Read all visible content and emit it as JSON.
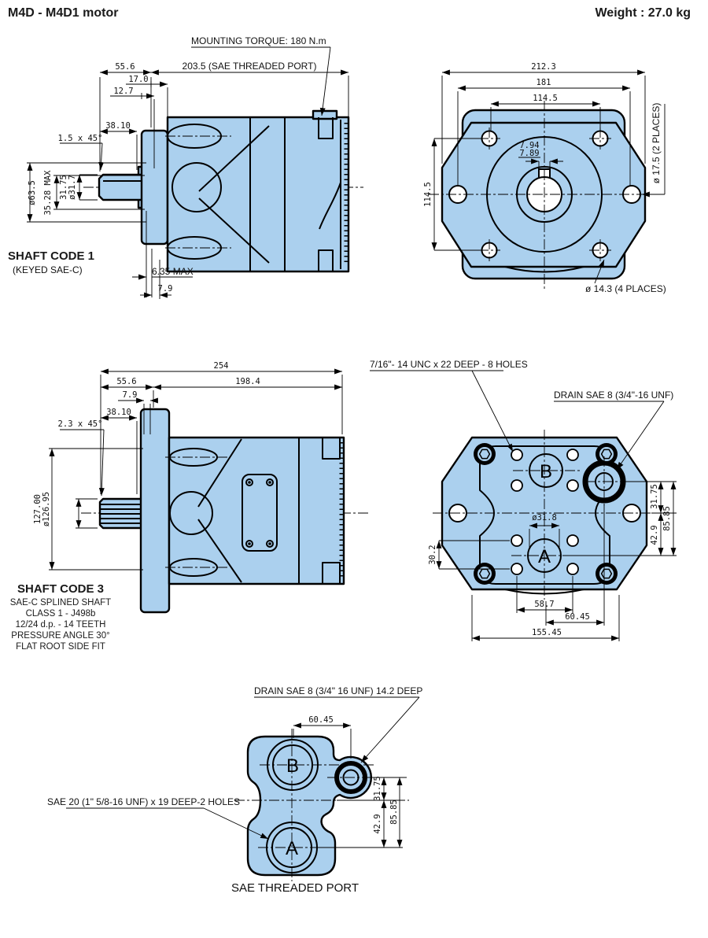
{
  "header": {
    "title": "M4D - M4D1 motor",
    "weight": "Weight : 27.0 kg"
  },
  "colors": {
    "body_fill": "#abd0ee",
    "line": "#000000"
  },
  "views": {
    "side_shaft1": {
      "callout_mounting_torque": "MOUNTING TORQUE: 180 N.m",
      "dim_front": "55.6",
      "dim_body": "203.5 (SAE THREADED PORT)",
      "dim_17": "17.0",
      "dim_127": "12.7",
      "dim_3810": "38.10",
      "dim_chamfer": "1.5 x 45°",
      "dim_flange_dia": "ø63.5",
      "dim_3528": "35.28 MAX",
      "dim_key": "31.75",
      "dim_shaft_dia": "ø31.7",
      "dim_635": "6.35 MAX",
      "dim_79": "7.9",
      "shaft_code_title": "SHAFT CODE 1",
      "shaft_code_sub": "(KEYED SAE-C)"
    },
    "front": {
      "dim_2123": "212.3",
      "dim_181": "181",
      "dim_1145_top": "114.5",
      "dim_794": "7.94",
      "dim_789": "7.89",
      "dim_1145_left": "114.5",
      "label_dia175": "ø 17.5 (2 PLACES)",
      "label_dia143": "ø 14.3 (4 PLACES)"
    },
    "side_shaft3": {
      "dim_254": "254",
      "dim_556": "55.6",
      "dim_1984": "198.4",
      "dim_79": "7.9",
      "dim_3810": "38.10",
      "dim_chamfer": "2.3 x 45°",
      "dim_12700": "127.00",
      "dim_12695": "ø126.95",
      "shaft_code_title": "SHAFT CODE 3",
      "shaft_code_lines": [
        "SAE-C SPLINED SHAFT",
        "CLASS 1 - J498b",
        "12/24 d.p. - 14 TEETH",
        "PRESSURE ANGLE 30°",
        "FLAT ROOT SIDE FIT"
      ]
    },
    "rear": {
      "callout_unc": "7/16\"- 14 UNC x 22 DEEP - 8 HOLES",
      "callout_drain": "DRAIN SAE 8 (3/4\"-16 UNF)",
      "port_b": "B",
      "port_a": "A",
      "dim_318": "ø31.8",
      "dim_3175": "31.75",
      "dim_8585": "85.85",
      "dim_429": "42.9",
      "dim_302": "30.2",
      "dim_587": "58.7",
      "dim_6045": "60.45",
      "dim_15545": "155.45"
    },
    "port": {
      "callout_drain": "DRAIN SAE 8 (3/4\" 16 UNF) 14.2 DEEP",
      "callout_sae20": "SAE 20 (1\" 5/8-16 UNF) x 19 DEEP-2 HOLES",
      "dim_6045": "60.45",
      "dim_3175": "31.75",
      "dim_8585": "85.85",
      "dim_429": "42.9",
      "port_b": "B",
      "port_a": "A",
      "caption": "SAE THREADED PORT"
    }
  }
}
